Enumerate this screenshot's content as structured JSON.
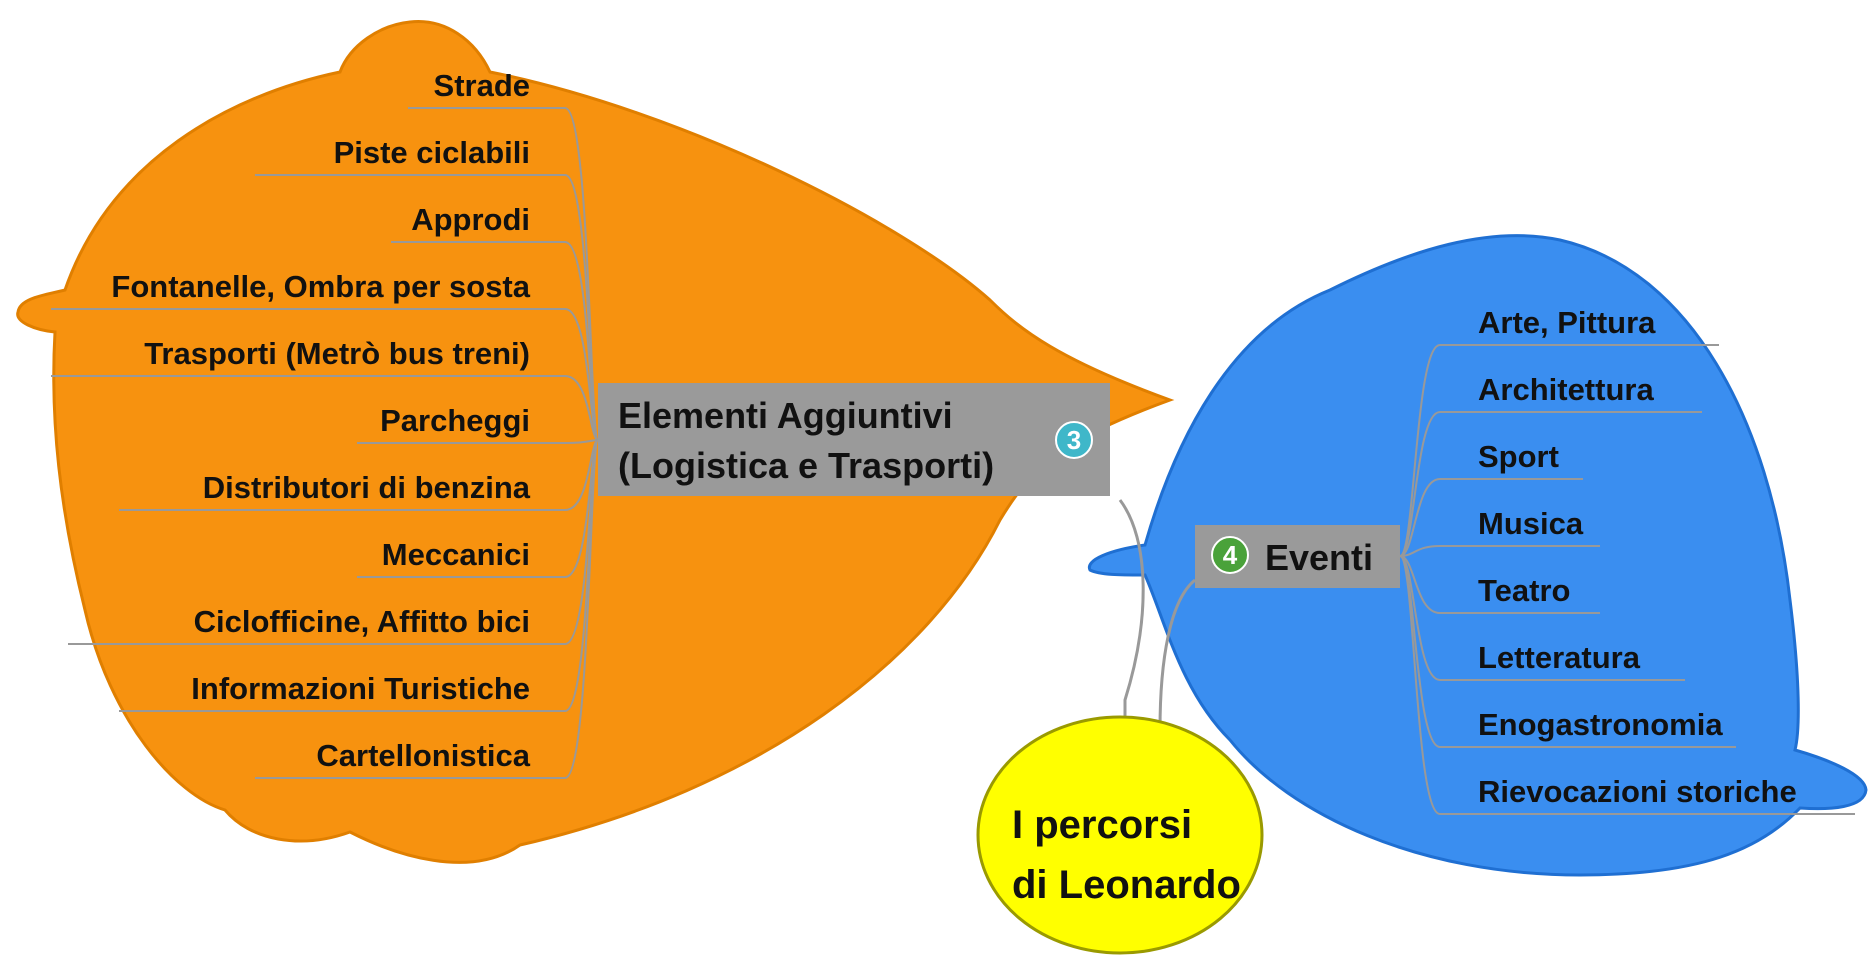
{
  "central_topic": {
    "line1": "I percorsi",
    "line2": "di Leonardo",
    "fill": "#ffff00"
  },
  "logistics": {
    "title_line1": "Elementi Aggiuntivi",
    "title_line2": "(Logistica e Trasporti)",
    "badge": "3",
    "fill": "#f7920f",
    "items": [
      "Strade",
      "Piste ciclabili",
      "Approdi",
      "Fontanelle, Ombra per sosta",
      "Trasporti (Metrò bus treni)",
      "Parcheggi",
      "Distributori di benzina",
      "Meccanici",
      "Ciclofficine, Affitto bici",
      "Informazioni Turistiche",
      "Cartellonistica"
    ]
  },
  "events": {
    "title": "Eventi",
    "badge": "4",
    "fill": "#3a8ef0",
    "items": [
      "Arte, Pittura",
      "Architettura",
      "Sport",
      "Musica",
      "Teatro",
      "Letteratura",
      "Enogastronomia",
      "Rievocazioni storiche"
    ]
  },
  "colors": {
    "hub_box": "#9a9a9a",
    "text": "#111111",
    "line": "#999999",
    "badge_logistics": "#3fb7c9",
    "badge_events": "#4aa23a"
  }
}
